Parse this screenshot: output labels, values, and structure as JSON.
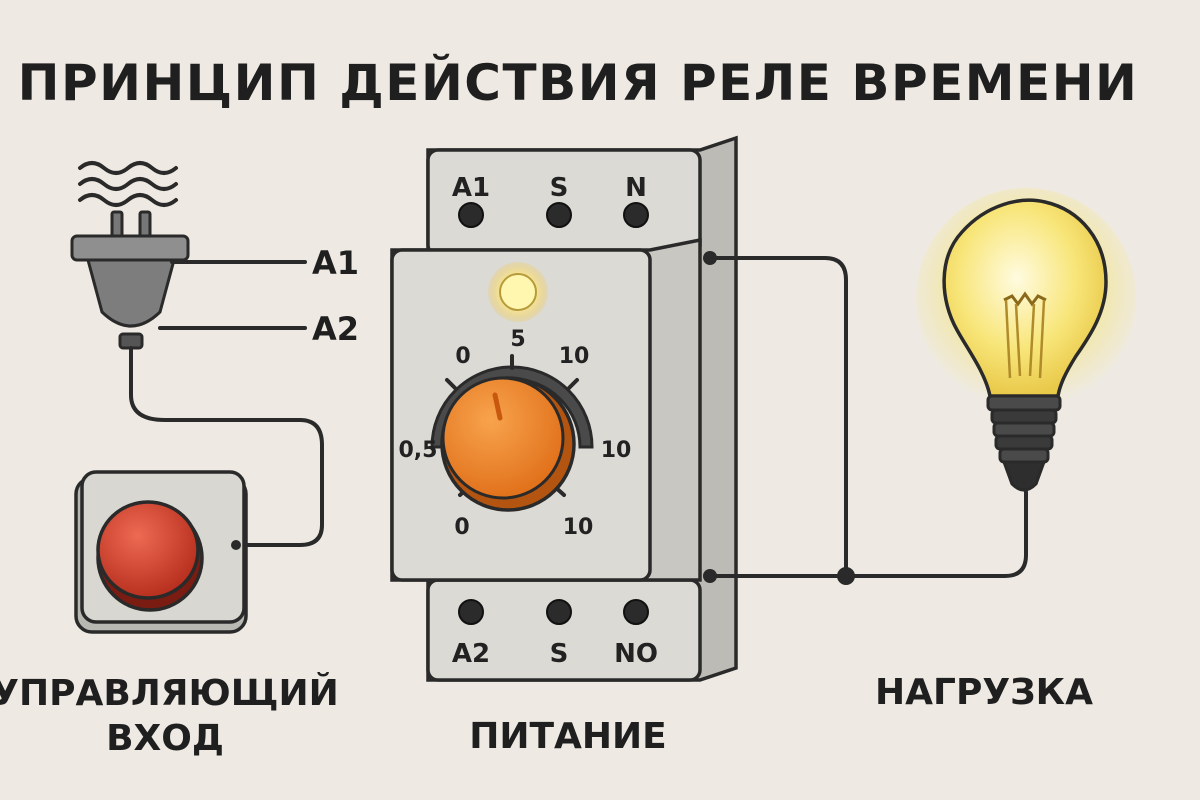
{
  "title": "ПРИНЦИП ДЕЙСТВИЯ РЕЛЕ ВРЕМЕНИ",
  "plug": {
    "pins": [
      "A1",
      "A2"
    ]
  },
  "relay": {
    "top_terminals": [
      "A1",
      "S",
      "N"
    ],
    "bottom_terminals": [
      "A2",
      "S",
      "NO"
    ],
    "dial_scale": {
      "top_left": "0",
      "top_center": "5",
      "top_right": "10",
      "mid_left": "0,5",
      "mid_right": "10",
      "bottom_left": "0",
      "bottom_right": "10"
    }
  },
  "labels": {
    "control_input_line1": "УПРАВЛЯЮЩИЙ",
    "control_input_line2": "ВХОД",
    "power": "ПИТАНИЕ",
    "load": "НАГРУЗКА"
  },
  "colors": {
    "background": "#eeeae3",
    "relay_body": "#dcdad5",
    "knob": "#f08a2a",
    "button": "#d9432e",
    "bulb_glow": "#f7e46a",
    "indicator_led": "#fff3a0"
  },
  "icons": [
    "heat-waves-icon",
    "power-plug-icon",
    "push-button-icon",
    "light-bulb-icon",
    "indicator-led-icon",
    "timer-knob-icon"
  ]
}
